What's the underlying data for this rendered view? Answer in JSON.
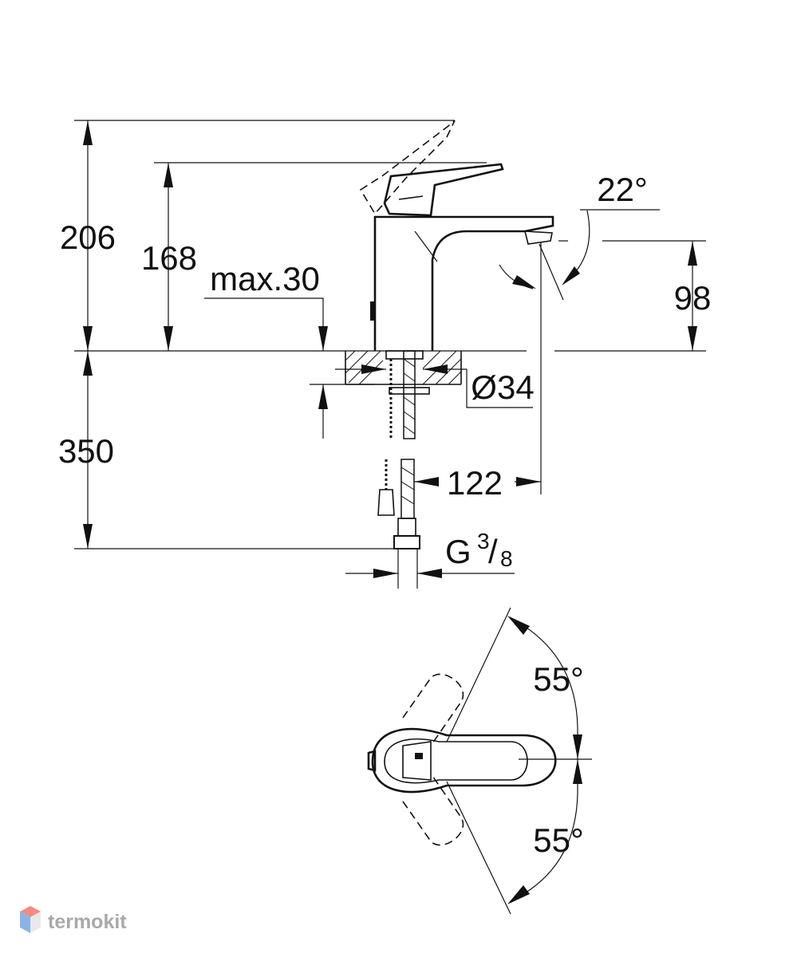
{
  "dimensions": {
    "height_lever_max": "206",
    "height_body": "168",
    "deck_thickness": "max.30",
    "spout_angle": "22°",
    "spout_height": "98",
    "hole_diameter": "Ø34",
    "spout_reach": "122",
    "below_deck": "350",
    "connection_base": "G",
    "connection_num": "3",
    "connection_den": "8",
    "rotation_up": "55°",
    "rotation_down": "55°"
  },
  "watermark": {
    "text": "termokit",
    "colors": {
      "top": "#f28b82",
      "left": "#8ab4e8",
      "right": "#e9e9e9"
    }
  }
}
